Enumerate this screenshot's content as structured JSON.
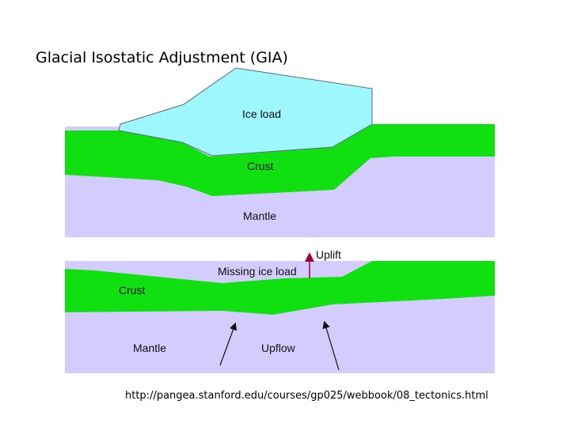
{
  "title": "Glacial Isostatic Adjustment (GIA)",
  "top_panel": {
    "ice_label": "Ice load",
    "crust_label": "Crust",
    "mantle_label": "Mantle"
  },
  "bottom_panel": {
    "uplift_label": "Uplift",
    "missing_ice_label": "Missing ice load",
    "crust_label": "Crust",
    "mantle_label": "Mantle",
    "upflow_label": "Upflow"
  },
  "source_url": "http://pangea.stanford.edu/courses/gp025/webbook/08_tectonics.html",
  "colors": {
    "ice": "#9ef6fe",
    "crust": "#10e010",
    "mantle": "#d3ccfd",
    "uplift_arrow": "#a0003a"
  }
}
